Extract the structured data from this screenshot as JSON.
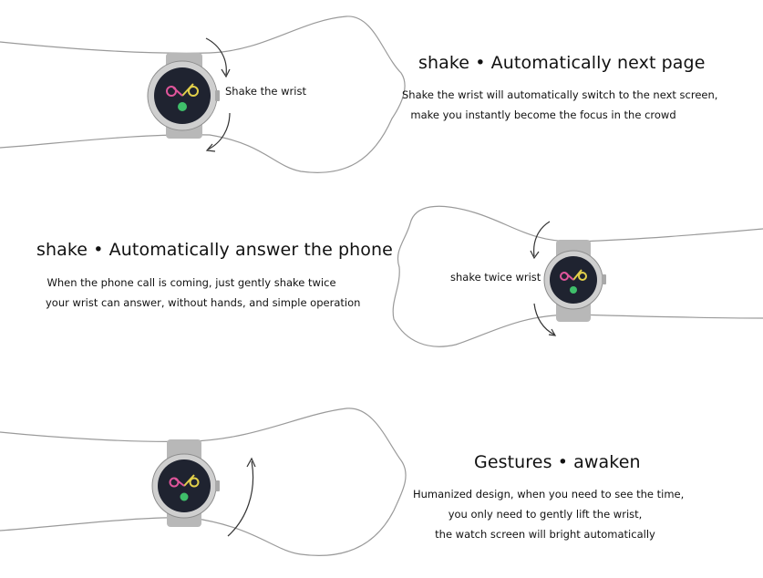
{
  "sections": [
    {
      "heading": "shake • Automatically next page",
      "gesture_label": "Shake the wrist",
      "lines": [
        "Shake the wrist will automatically switch to the next screen,",
        "make you instantly become the focus in the crowd"
      ]
    },
    {
      "heading": "shake • Automatically answer the phone",
      "gesture_label": "shake twice wrist",
      "lines": [
        "When the phone call is coming, just gently shake twice",
        "your wrist can answer, without hands, and simple operation"
      ]
    },
    {
      "heading": "Gestures • awaken",
      "gesture_label": "",
      "lines": [
        "Humanized design, when you need to see the time,",
        "you only need to gently lift the wrist,",
        "the watch screen will bright automatically"
      ]
    }
  ],
  "colors": {
    "outline": "#9a9a9a",
    "strap": "#b8b8b8",
    "bezel": "#c9c9c9",
    "face": "#1f2330",
    "accent_pink": "#e0559b",
    "accent_yellow": "#e3d04a",
    "accent_green": "#3fbf6a",
    "accent_blue": "#3aa0e0"
  }
}
